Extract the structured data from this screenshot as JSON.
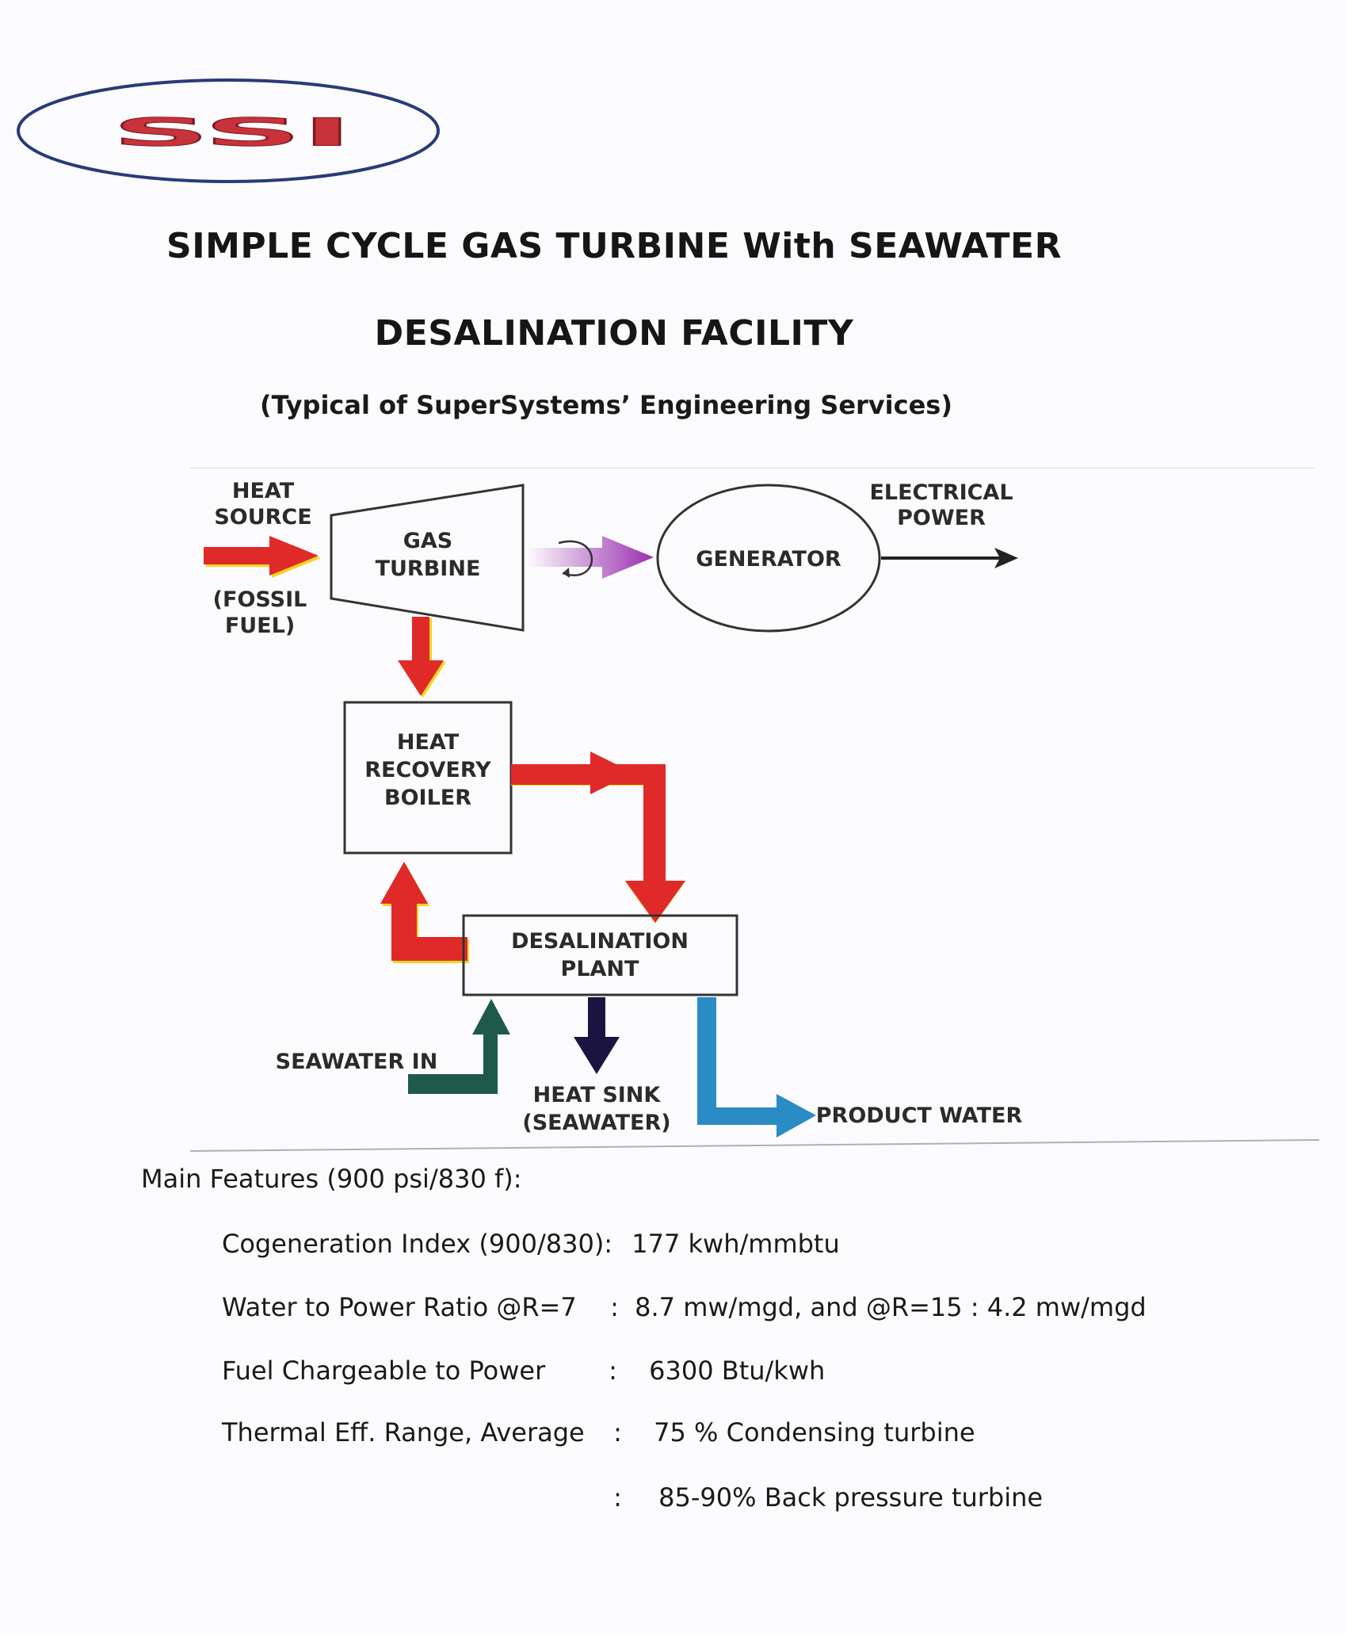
{
  "logo": {
    "text": "SSI"
  },
  "title": {
    "line1": "SIMPLE  CYCLE  GAS TURBINE   With SEAWATER",
    "line2": "DESALINATION  FACILITY",
    "subtitle": "(Typical of SuperSystems’  Engineering Services)"
  },
  "diagram": {
    "heat_source": [
      "HEAT",
      "SOURCE"
    ],
    "fossil_fuel": [
      "(FOSSIL",
      "FUEL)"
    ],
    "gas_turbine": [
      "GAS",
      "TURBINE"
    ],
    "generator": "GENERATOR",
    "electrical_power": [
      "ELECTRICAL",
      "POWER"
    ],
    "heat_recovery_boiler": [
      "HEAT",
      "RECOVERY",
      "BOILER"
    ],
    "desalination_plant": [
      "DESALINATION",
      "PLANT"
    ],
    "seawater_in": "SEAWATER IN",
    "heat_sink": [
      "HEAT SINK",
      "(SEAWATER)"
    ],
    "product_water": "PRODUCT WATER",
    "colors": {
      "heat": "#e02a2a",
      "shaft": "#9a2fb0",
      "power": "#222222",
      "seawater_in": "#1f5a48",
      "heat_sink": "#1c1440",
      "product_water": "#2a8cc4",
      "logo": "#c8323a",
      "logo_ring": "#2a3a78"
    }
  },
  "features": {
    "heading": "Main Features (900 psi/830 f):",
    "rows": [
      {
        "label": "Cogeneration Index (900/830):",
        "sep": "",
        "value": "177 kwh/mmbtu"
      },
      {
        "label": "Water to Power Ratio @R=7",
        "sep": ":",
        "value": "8.7 mw/mgd,   and @R=15   : 4.2 mw/mgd"
      },
      {
        "label": "Fuel Chargeable to Power",
        "sep": ":",
        "value": "6300  Btu/kwh"
      },
      {
        "label": "Thermal  Eff. Range, Average",
        "sep": ":",
        "value": "75 %  Condensing turbine"
      },
      {
        "label": "",
        "sep": ":",
        "value": "85-90%  Back pressure turbine"
      }
    ]
  }
}
